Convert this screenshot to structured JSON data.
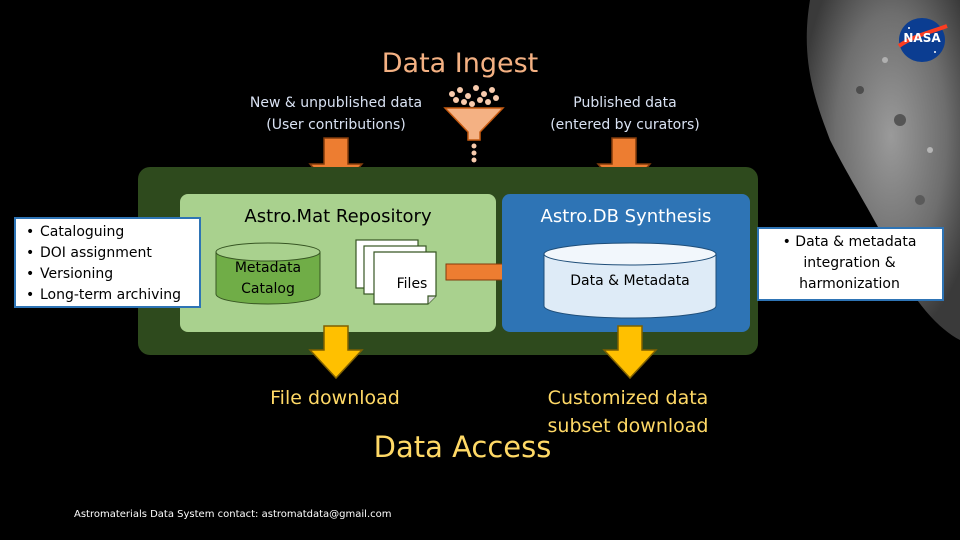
{
  "ingest": {
    "title": "Data Ingest",
    "new_data_line1": "New & unpublished data",
    "new_data_line2": "(User contributions)",
    "published_line1": "Published data",
    "published_line2": "(entered by curators)"
  },
  "repository": {
    "title": "Astro.Mat Repository",
    "catalog_line1": "Metadata",
    "catalog_line2": "Catalog",
    "files_label": "Files",
    "features": [
      "Cataloguing",
      "DOI assignment",
      "Versioning",
      "Long-term archiving"
    ]
  },
  "synthesis": {
    "title": "Astro.DB Synthesis",
    "db_label": "Data & Metadata",
    "features": [
      "Data & metadata integration & harmonization"
    ]
  },
  "access": {
    "title": "Data Access",
    "file_download": "File download",
    "subset_line1": "Customized data",
    "subset_line2": "subset download"
  },
  "logo": {
    "text": "NASA"
  },
  "footer": {
    "contact": "Astromaterials Data System contact: astromatdata@gmail.com"
  },
  "colors": {
    "background": "#000000",
    "ingest_title": "#f4b183",
    "access_title": "#ffd966",
    "repository_box": "#a9d18e",
    "panel": "#2e4a1d",
    "synthesis_box": "#2e74b5",
    "arrow_orange": "#ed7d31",
    "arrow_yellow": "#ffc000"
  }
}
